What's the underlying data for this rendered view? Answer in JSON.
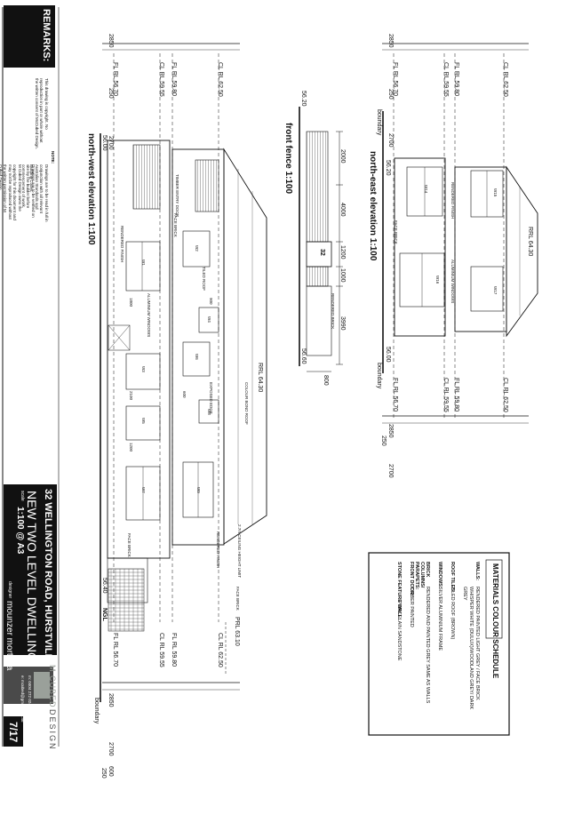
{
  "remarks": {
    "heading": "REMARKS:",
    "copyright": "This drawing is copyright. No reproduction in part or whole without the written consent of McCubed Design.",
    "note_heading": "NOTE:",
    "notes": [
      "Drawings are to be read in full in conjunction with all relevant Australian Standards and Building Codes.",
      "Drawings are to be verified on site by the builder before commencement of work.",
      "M Cubed Design owns the copyright for this document and may not be reproduced without the written permission of M Cubed Design."
    ]
  },
  "elevations": {
    "north_west": {
      "title": "north-west elevation  1:100",
      "dims_top": [
        "2850",
        "250",
        "2700"
      ],
      "dims_bottom": [
        "2850",
        "2700",
        "600",
        "250"
      ],
      "levels_top": [
        "FL RL 56.70",
        "CL RL 59.55",
        "FL RL 59.80",
        "CL RL 62.50"
      ],
      "levels_bottom": [
        "FL RL 56.70",
        "CL RL 59.55",
        "FL RL 59.80",
        "CL RL 62.50",
        "PRL 63.10"
      ],
      "ridge": "RRL 64.30",
      "ngl": "NGL",
      "ngl_rl": "56.40",
      "ngl_top": "56.00",
      "boundary": "boundary",
      "ceiling_height_label": "2.7m CEILING HEIGHT LIMIT",
      "windows": [
        "W1",
        "W2",
        "W3",
        "W4",
        "W5",
        "W6",
        "W7",
        "W8",
        "W9",
        "W10",
        "W11"
      ],
      "window_sizes": [
        "1800",
        "900",
        "2100",
        "600",
        "1200"
      ],
      "notes": [
        "FACE BRICK",
        "RENDERED FINISH",
        "TILED ROOF",
        "FACE BRICK",
        "ALUMINIUM WINDOWS",
        "EXPOSED EDGE",
        "TIMBER ENTRY DOOR",
        "FACE BRICK",
        "RENDERED FINISH",
        "COLOUR BOND ROOF"
      ]
    },
    "front_fence": {
      "title": "front fence  1:100",
      "dims": [
        "2000",
        "4000",
        "1200",
        "1000",
        "3990",
        "800"
      ],
      "levels": [
        "56.20",
        "56.60"
      ],
      "house_no": "32",
      "note": "RENDERED BRICK"
    },
    "north_east": {
      "title": "north-east elevation  1:100",
      "dims_top": [
        "2850",
        "250",
        "2700"
      ],
      "dims_bottom": [
        "2850",
        "2700",
        "250"
      ],
      "levels_top": [
        "FL RL 56.70",
        "CL RL 59.55",
        "FL RL 59.80",
        "CL RL 62.50"
      ],
      "levels_bottom": [
        "FL RL 56.70",
        "CL RL 59.55",
        "FL RL 59.80",
        "CL RL 62.50"
      ],
      "ridge": "RRL 64.30",
      "boundary_top": "boundary",
      "boundary_bottom": "boundary",
      "ngl_left": "56.20",
      "ngl_right": "56.00",
      "windows": [
        "W14",
        "W15",
        "W16",
        "W17",
        "W18",
        "W19"
      ],
      "notes": [
        "RENDERED FINISH",
        "ALUMINIUM WINDOWS",
        "FACE BRICK",
        "SLIDING DOOR",
        "TILED ROOF"
      ]
    }
  },
  "materials": {
    "heading": "MATERIALS COLOUR SCHEDULE",
    "rows": [
      {
        "label": "WALLS:",
        "value": "RENDERED PAINTED LIGHT GREY / FACE BRICK WHISPER WHITE (DULUX)/WOODLAND GREY/ DARK GREY"
      },
      {
        "label": "ROOF TILES:",
        "value": "TILED ROOF (BROWN)"
      },
      {
        "label": "WINDOWS:",
        "value": "SILVER ALUMINIUM FRAME"
      },
      {
        "label": "BRICK COLUMNS/ PARAPETS:",
        "value": "RENDERED AND PAINTED GREY SAME AS WALLS"
      },
      {
        "label": "FRONT DOOR:",
        "value": "TIMBER PAINTED"
      },
      {
        "label": "STONE FEATURE WALL:",
        "value": "PORCELAIN SANDSTONE"
      }
    ]
  },
  "title_block": {
    "address": "32 WELLINGTON ROAD, HURSTVILLE",
    "project": "NEW TWO LEVEL DWELLING",
    "scale_label": "scale",
    "scale": "1:100 @ A3",
    "drawn_label": "designer",
    "designer": "mounzer morteda",
    "firm_top": "M CUBED",
    "firm_bottom": "DESIGN",
    "contact_m": "m: 0404 272 024",
    "contact_e": "e: mcubed@gmail.com.au",
    "sheet": "7/17"
  },
  "colors": {
    "ink": "#111111",
    "grey": "#8a8a8a",
    "logo_dark": "#4a4a4a",
    "logo_accent": "#9aa09a"
  }
}
